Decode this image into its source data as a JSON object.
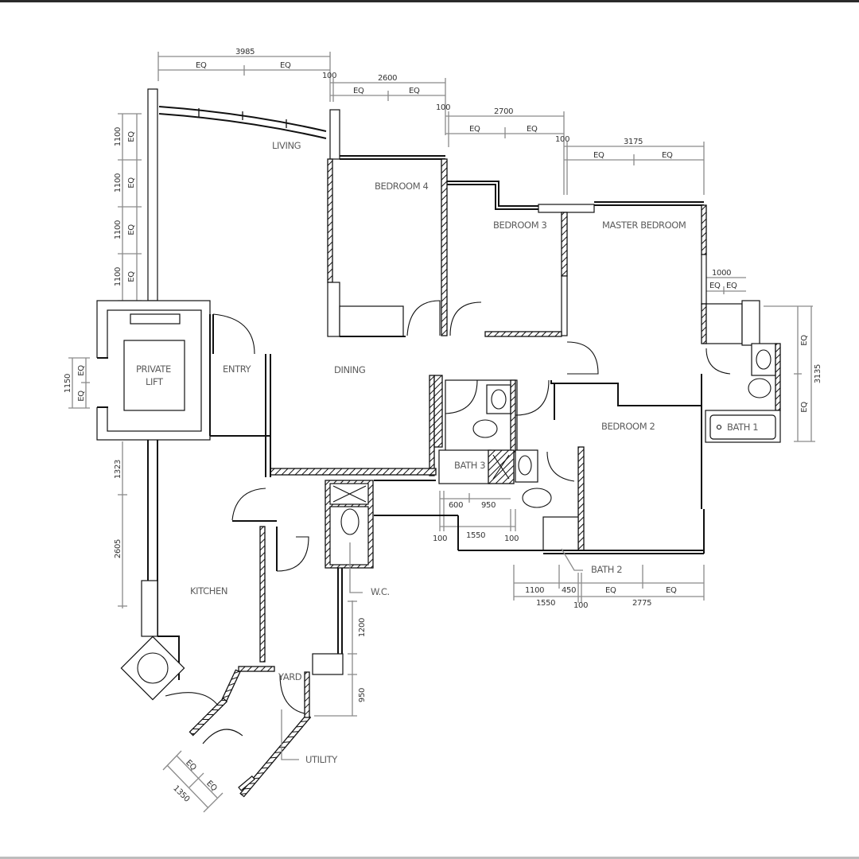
{
  "plan": {
    "rooms": {
      "living": "LIVING",
      "bedroom4": "BEDROOM 4",
      "bedroom3": "BEDROOM 3",
      "master": "MASTER BEDROOM",
      "dining": "DINING",
      "entry": "ENTRY",
      "lift_line1": "PRIVATE",
      "lift_line2": "LIFT",
      "bedroom2": "BEDROOM 2",
      "bath1": "BATH 1",
      "bath2": "BATH 2",
      "bath3": "BATH 3",
      "wc": "W.C.",
      "kitchen": "KITCHEN",
      "yard": "YARD",
      "utility": "UTILITY"
    },
    "dimensions": {
      "top": [
        {
          "total": "3985",
          "parts": [
            "EQ",
            "EQ"
          ]
        },
        {
          "gap": "100",
          "total": "2600",
          "parts": [
            "EQ",
            "EQ"
          ]
        },
        {
          "gap": "100",
          "total": "2700",
          "parts": [
            "EQ",
            "EQ"
          ]
        },
        {
          "gap": "100",
          "total": "3175",
          "parts": [
            "EQ",
            "EQ"
          ]
        }
      ],
      "left_living": [
        {
          "total": "1100",
          "part": "EQ"
        },
        {
          "total": "1100",
          "part": "EQ"
        },
        {
          "total": "1100",
          "part": "EQ"
        },
        {
          "total": "1100",
          "part": "EQ"
        }
      ],
      "left_lift": {
        "total": "1150",
        "parts": [
          "EQ",
          "EQ"
        ]
      },
      "left_kitchen": [
        "1323",
        "2605"
      ],
      "master_window": {
        "total": "1000",
        "parts": [
          "EQ",
          "EQ"
        ]
      },
      "right_bath1": {
        "total": "3135",
        "parts": [
          "EQ",
          "EQ"
        ]
      },
      "bath3_bottom": {
        "upper": [
          "600",
          "950"
        ],
        "lower": [
          "100",
          "1550",
          "100"
        ]
      },
      "bottom_bedroom2": {
        "upper": [
          "1100",
          "450",
          "EQ",
          "EQ"
        ],
        "lower": [
          "1550",
          "100",
          "2775"
        ]
      },
      "yard_right": [
        "1200",
        "950"
      ],
      "utility_bottom": {
        "total": "1350",
        "parts": [
          "EQ",
          "EQ"
        ]
      }
    }
  }
}
